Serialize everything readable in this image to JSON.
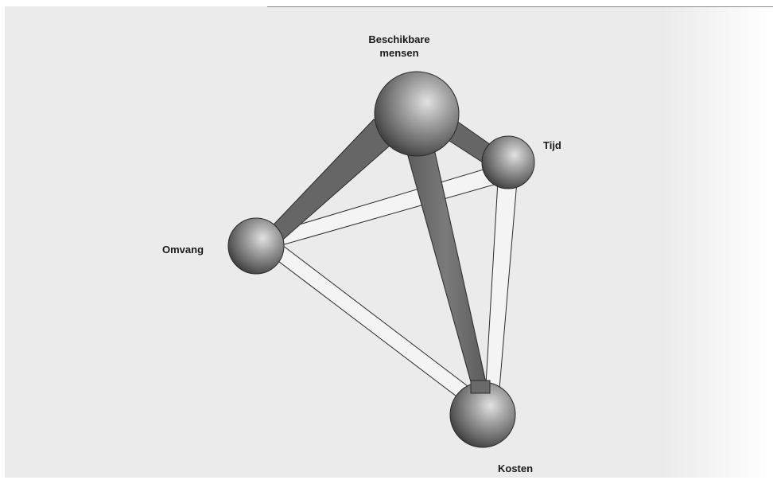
{
  "diagram": {
    "nodes": {
      "mensen": {
        "label": "Beschikbare mensen"
      },
      "tijd": {
        "label": "Tijd"
      },
      "omvang": {
        "label": "Omvang"
      },
      "kosten": {
        "label": "Kosten"
      }
    },
    "colors": {
      "background": "#ebebeb",
      "dark_strut": "#6a6a6a",
      "light_strut": "#f5f5f5",
      "sphere_light": "#d8d8d8",
      "sphere_dark": "#3c3c3c"
    }
  }
}
